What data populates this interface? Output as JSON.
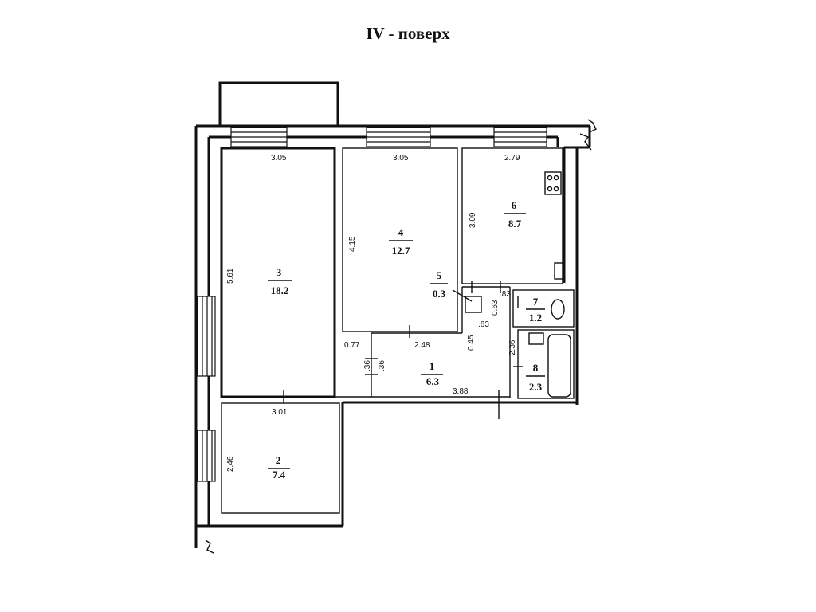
{
  "title": "IV - поверх",
  "rooms": [
    {
      "id": "1",
      "area": "6.3"
    },
    {
      "id": "2",
      "area": "7.4"
    },
    {
      "id": "3",
      "area": "18.2"
    },
    {
      "id": "4",
      "area": "12.7"
    },
    {
      "id": "5",
      "area": "0.3"
    },
    {
      "id": "6",
      "area": "8.7"
    },
    {
      "id": "7",
      "area": "1.2"
    },
    {
      "id": "8",
      "area": "2.3"
    }
  ],
  "dimensions": {
    "room3_width": "3.05",
    "room3_height": "5.61",
    "room4_width": "3.05",
    "room4_height": "4.15",
    "room6_width": "2.79",
    "room6_height": "3.09",
    "room2_width": "3.01",
    "room2_height": "2.46",
    "hall_width": "3.88",
    "corridor_width": "2.48",
    "corridor_offset": "0.77",
    "doorway_a": ".36",
    "doorway_b": ".36",
    "niche_a": "0.45",
    "niche_b": ".83",
    "niche_c": "0.63",
    "wc_a": ".83",
    "bath_height": "2.36"
  }
}
